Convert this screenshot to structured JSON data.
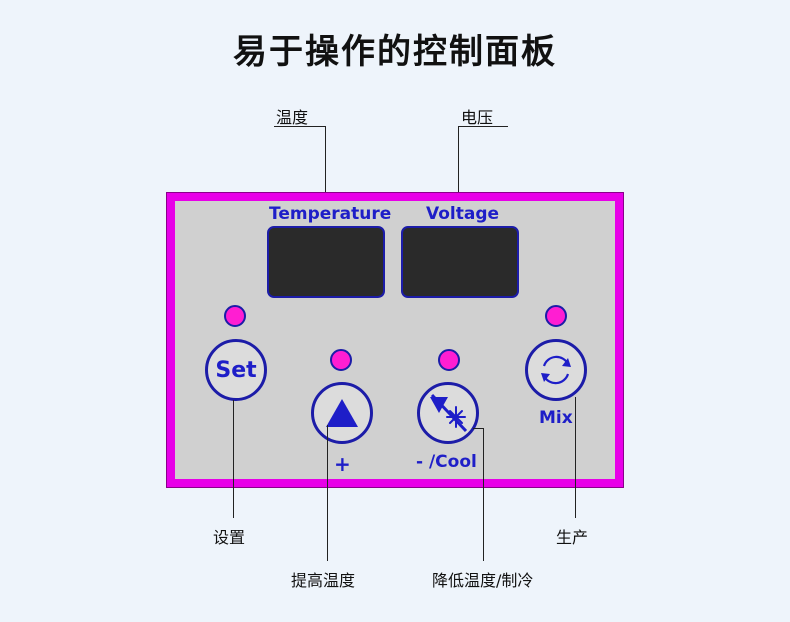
{
  "title": "易于操作的控制面板",
  "callouts": {
    "temperature": "温度",
    "voltage": "电压",
    "set": "设置",
    "raise": "提高温度",
    "lower": "降低温度/制冷",
    "produce": "生产"
  },
  "panel": {
    "temperature_label": "Temperature",
    "voltage_label": "Voltage",
    "set_button": "Set",
    "plus_label": "+",
    "cool_label": "- /Cool",
    "mix_label": "Mix"
  },
  "icons": {
    "up": "triangle-up-icon",
    "down": "triangle-down-snowflake-icon",
    "mix": "refresh-icon"
  },
  "colors": {
    "frame": "#e800e8",
    "panel": "#d0d0d0",
    "accent": "#1e1ec8",
    "led": "#ff1ed2",
    "display": "#2a2a2a"
  }
}
